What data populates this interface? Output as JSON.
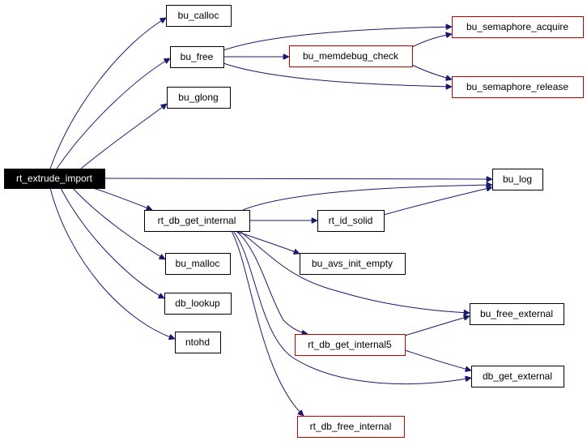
{
  "graph": {
    "type": "call-graph",
    "colors": {
      "edge": "#191970",
      "node_border": "#000000",
      "truncated_border": "#c00000",
      "root_fill": "#000000",
      "root_text": "#ffffff"
    },
    "nodes": [
      {
        "id": "rt_extrude_import",
        "label": "rt_extrude_import",
        "root": true
      },
      {
        "id": "bu_calloc",
        "label": "bu_calloc"
      },
      {
        "id": "bu_free",
        "label": "bu_free"
      },
      {
        "id": "bu_glong",
        "label": "bu_glong"
      },
      {
        "id": "bu_memdebug_check",
        "label": "bu_memdebug_check",
        "truncated": true
      },
      {
        "id": "bu_semaphore_acquire",
        "label": "bu_semaphore_acquire",
        "truncated": true
      },
      {
        "id": "bu_semaphore_release",
        "label": "bu_semaphore_release",
        "truncated": true
      },
      {
        "id": "bu_log",
        "label": "bu_log"
      },
      {
        "id": "rt_db_get_internal",
        "label": "rt_db_get_internal"
      },
      {
        "id": "rt_id_solid",
        "label": "rt_id_solid"
      },
      {
        "id": "bu_malloc",
        "label": "bu_malloc"
      },
      {
        "id": "bu_avs_init_empty",
        "label": "bu_avs_init_empty"
      },
      {
        "id": "db_lookup",
        "label": "db_lookup"
      },
      {
        "id": "bu_free_external",
        "label": "bu_free_external"
      },
      {
        "id": "ntohd",
        "label": "ntohd"
      },
      {
        "id": "rt_db_get_internal5",
        "label": "rt_db_get_internal5",
        "truncated": true
      },
      {
        "id": "db_get_external",
        "label": "db_get_external"
      },
      {
        "id": "rt_db_free_internal",
        "label": "rt_db_free_internal",
        "truncated": true
      }
    ],
    "edges": [
      {
        "from": "rt_extrude_import",
        "to": "bu_calloc"
      },
      {
        "from": "rt_extrude_import",
        "to": "bu_free"
      },
      {
        "from": "rt_extrude_import",
        "to": "bu_glong"
      },
      {
        "from": "rt_extrude_import",
        "to": "bu_log"
      },
      {
        "from": "rt_extrude_import",
        "to": "rt_db_get_internal"
      },
      {
        "from": "rt_extrude_import",
        "to": "bu_malloc"
      },
      {
        "from": "rt_extrude_import",
        "to": "db_lookup"
      },
      {
        "from": "rt_extrude_import",
        "to": "ntohd"
      },
      {
        "from": "bu_free",
        "to": "bu_memdebug_check"
      },
      {
        "from": "bu_free",
        "to": "bu_semaphore_acquire"
      },
      {
        "from": "bu_free",
        "to": "bu_semaphore_release"
      },
      {
        "from": "bu_memdebug_check",
        "to": "bu_semaphore_acquire"
      },
      {
        "from": "bu_memdebug_check",
        "to": "bu_semaphore_release"
      },
      {
        "from": "rt_db_get_internal",
        "to": "bu_log"
      },
      {
        "from": "rt_db_get_internal",
        "to": "rt_id_solid"
      },
      {
        "from": "rt_db_get_internal",
        "to": "bu_avs_init_empty"
      },
      {
        "from": "rt_db_get_internal",
        "to": "bu_free_external"
      },
      {
        "from": "rt_db_get_internal",
        "to": "rt_db_get_internal5"
      },
      {
        "from": "rt_db_get_internal",
        "to": "db_get_external"
      },
      {
        "from": "rt_db_get_internal",
        "to": "rt_db_free_internal"
      },
      {
        "from": "rt_id_solid",
        "to": "bu_log"
      },
      {
        "from": "rt_db_get_internal5",
        "to": "bu_free_external"
      },
      {
        "from": "rt_db_get_internal5",
        "to": "db_get_external"
      }
    ]
  }
}
